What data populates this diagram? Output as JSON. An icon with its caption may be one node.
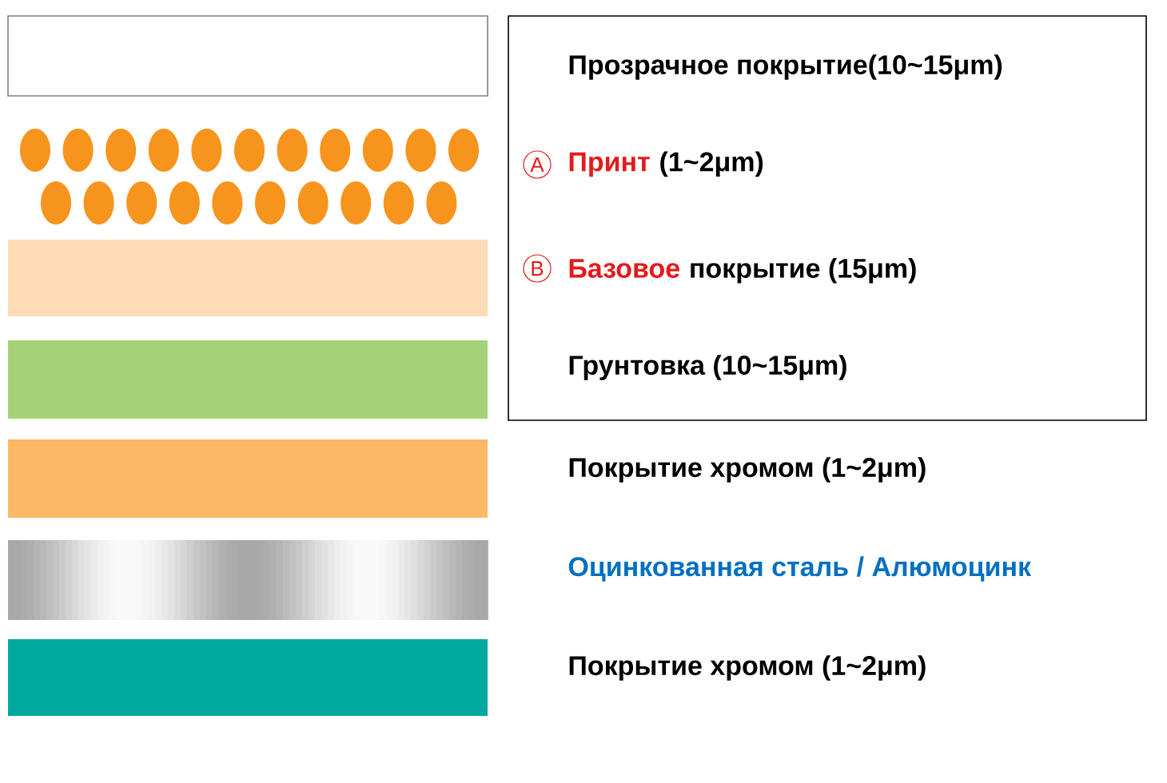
{
  "diagram": {
    "nodes": [
      {
        "text": [],
        "shape": "box",
        "beside": [
          "Прозрачное покрытие(10~15μm)"
        ]
      },
      {
        "text": [],
        "shape": "picture",
        "beside": [
          "A",
          "Принт",
          "(1~2μm)"
        ]
      },
      {
        "text": [],
        "shape": "bar",
        "beside": [
          "B",
          "Базовое",
          "покрытие (15μm)"
        ]
      },
      {
        "text": [],
        "shape": "bar",
        "beside": [
          "Грунтовка (10~15μm)"
        ]
      },
      {
        "text": [],
        "shape": "bar",
        "beside": [
          "Покрытие хромом (1~2μm)"
        ]
      },
      {
        "text": [],
        "shape": "bar",
        "beside": [
          "Оцинкованная сталь / Алюмоцинк"
        ]
      },
      {
        "text": [],
        "shape": "bar",
        "beside": [
          "Покрытие хромом (1~2μm)"
        ]
      }
    ]
  }
}
